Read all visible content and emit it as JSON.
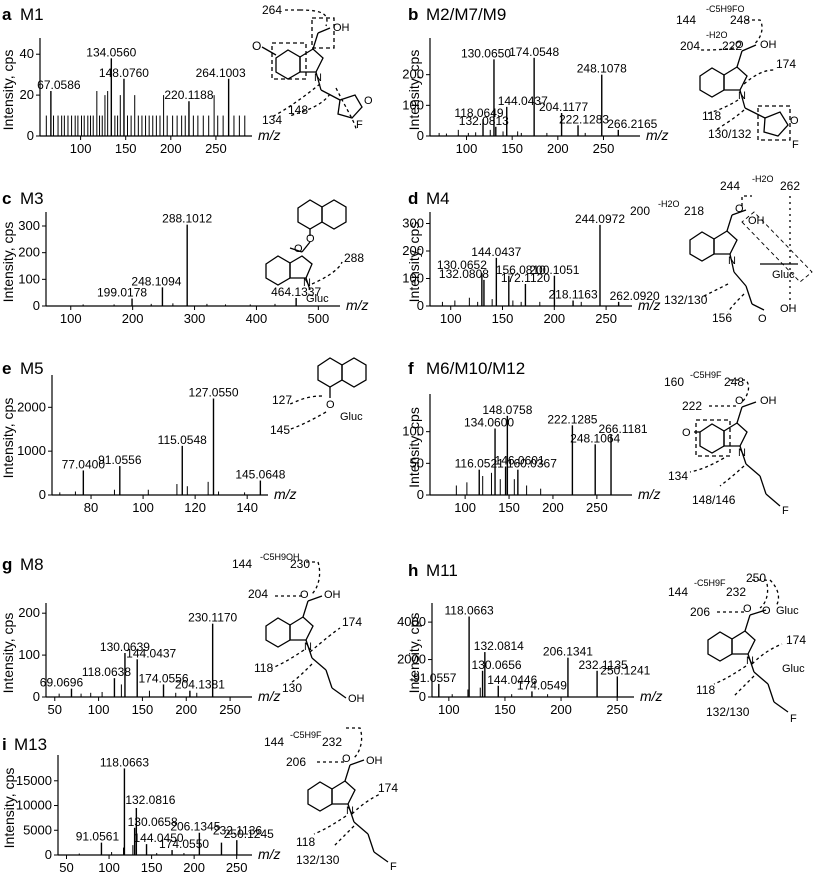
{
  "chart_data": [
    {
      "type": "bar",
      "panel": "a",
      "title": "M1",
      "xlabel": "m/z",
      "ylabel": "Intensity, cps",
      "xlim": [
        55,
        290
      ],
      "ylim": [
        0,
        45
      ],
      "xticks": [
        100,
        150,
        200,
        250
      ],
      "yticks": [
        0,
        20,
        40
      ],
      "peaks": [
        {
          "mz": 67.0586,
          "i": 22,
          "label": "67.0586"
        },
        {
          "mz": 134.056,
          "i": 38,
          "label": "134.0560"
        },
        {
          "mz": 148.076,
          "i": 28,
          "label": "148.0760"
        },
        {
          "mz": 220.1188,
          "i": 17,
          "label": "220.1188"
        },
        {
          "mz": 264.1003,
          "i": 28,
          "label": "264.1003"
        },
        {
          "mz": 62,
          "i": 10
        },
        {
          "mz": 70,
          "i": 10
        },
        {
          "mz": 75,
          "i": 10
        },
        {
          "mz": 79,
          "i": 10
        },
        {
          "mz": 82,
          "i": 10
        },
        {
          "mz": 86,
          "i": 10
        },
        {
          "mz": 90,
          "i": 10
        },
        {
          "mz": 94,
          "i": 10
        },
        {
          "mz": 97,
          "i": 10
        },
        {
          "mz": 101,
          "i": 10
        },
        {
          "mz": 104,
          "i": 10
        },
        {
          "mz": 108,
          "i": 10
        },
        {
          "mz": 111,
          "i": 10
        },
        {
          "mz": 114,
          "i": 10
        },
        {
          "mz": 118,
          "i": 22
        },
        {
          "mz": 121,
          "i": 10
        },
        {
          "mz": 124,
          "i": 10
        },
        {
          "mz": 127,
          "i": 20
        },
        {
          "mz": 130,
          "i": 22
        },
        {
          "mz": 138,
          "i": 10
        },
        {
          "mz": 141,
          "i": 10
        },
        {
          "mz": 144,
          "i": 20
        },
        {
          "mz": 152,
          "i": 10
        },
        {
          "mz": 156,
          "i": 10
        },
        {
          "mz": 160,
          "i": 20
        },
        {
          "mz": 164,
          "i": 10
        },
        {
          "mz": 168,
          "i": 10
        },
        {
          "mz": 172,
          "i": 10
        },
        {
          "mz": 176,
          "i": 10
        },
        {
          "mz": 180,
          "i": 10
        },
        {
          "mz": 184,
          "i": 10
        },
        {
          "mz": 188,
          "i": 10
        },
        {
          "mz": 192,
          "i": 20
        },
        {
          "mz": 196,
          "i": 10
        },
        {
          "mz": 202,
          "i": 10
        },
        {
          "mz": 207,
          "i": 10
        },
        {
          "mz": 212,
          "i": 10
        },
        {
          "mz": 216,
          "i": 10
        },
        {
          "mz": 225,
          "i": 10
        },
        {
          "mz": 230,
          "i": 10
        },
        {
          "mz": 236,
          "i": 10
        },
        {
          "mz": 242,
          "i": 10
        },
        {
          "mz": 248,
          "i": 20
        },
        {
          "mz": 252,
          "i": 10
        },
        {
          "mz": 258,
          "i": 10
        },
        {
          "mz": 270,
          "i": 10
        },
        {
          "mz": 276,
          "i": 10
        },
        {
          "mz": 282,
          "i": 10
        }
      ],
      "structure_labels": [
        "264",
        "O",
        "OH",
        "N",
        "148",
        "134",
        "O",
        "F"
      ]
    },
    {
      "type": "bar",
      "panel": "b",
      "title": "M2/M7/M9",
      "xlabel": "m/z",
      "ylabel": "Intensity, cps",
      "xlim": [
        60,
        290
      ],
      "ylim": [
        0,
        300
      ],
      "xticks": [
        100,
        150,
        200,
        250
      ],
      "yticks": [
        0,
        100,
        200
      ],
      "peaks": [
        {
          "mz": 118.0649,
          "i": 55,
          "label": "118.0649"
        },
        {
          "mz": 130.065,
          "i": 250,
          "label": "130.0650"
        },
        {
          "mz": 132.0813,
          "i": 30,
          "label": "132.0813"
        },
        {
          "mz": 144.0437,
          "i": 95,
          "label": "144.0437"
        },
        {
          "mz": 174.0548,
          "i": 255,
          "label": "174.0548"
        },
        {
          "mz": 204.1177,
          "i": 75,
          "label": "204.1177"
        },
        {
          "mz": 222.1283,
          "i": 35,
          "label": "222.1283"
        },
        {
          "mz": 248.1078,
          "i": 200,
          "label": "248.1078"
        },
        {
          "mz": 266.2165,
          "i": 20,
          "label": "266.2165"
        },
        {
          "mz": 70,
          "i": 10
        },
        {
          "mz": 78,
          "i": 8
        },
        {
          "mz": 91,
          "i": 20
        },
        {
          "mz": 102,
          "i": 10
        },
        {
          "mz": 110,
          "i": 12
        },
        {
          "mz": 126,
          "i": 20
        },
        {
          "mz": 140,
          "i": 15
        },
        {
          "mz": 156,
          "i": 15
        },
        {
          "mz": 160,
          "i": 10
        },
        {
          "mz": 188,
          "i": 10
        },
        {
          "mz": 230,
          "i": 10
        }
      ],
      "structure_labels": [
        "144",
        "-C5H9FO",
        "248",
        "-H2O",
        "204",
        "222",
        "O",
        "OH",
        "N",
        "174",
        "118",
        "130/132",
        "O",
        "F"
      ]
    },
    {
      "type": "bar",
      "panel": "c",
      "title": "M3",
      "xlabel": "m/z",
      "ylabel": "Intensity, cps",
      "xlim": [
        60,
        535
      ],
      "ylim": [
        0,
        330
      ],
      "xticks": [
        100,
        200,
        300,
        400,
        500
      ],
      "yticks": [
        0,
        100,
        200,
        300
      ],
      "peaks": [
        {
          "mz": 199.0178,
          "i": 28,
          "label": "199.0178"
        },
        {
          "mz": 248.1094,
          "i": 70,
          "label": "248.1094"
        },
        {
          "mz": 288.1012,
          "i": 305,
          "label": "288.1012"
        },
        {
          "mz": 464.1337,
          "i": 30,
          "label": "464.1337"
        },
        {
          "mz": 120,
          "i": 6
        },
        {
          "mz": 170,
          "i": 6
        },
        {
          "mz": 230,
          "i": 8
        },
        {
          "mz": 265,
          "i": 10
        },
        {
          "mz": 320,
          "i": 8
        },
        {
          "mz": 350,
          "i": 6
        },
        {
          "mz": 390,
          "i": 6
        },
        {
          "mz": 430,
          "i": 8
        }
      ],
      "structure_labels": [
        "O",
        "O",
        "N",
        "288",
        "Gluc"
      ]
    },
    {
      "type": "bar",
      "panel": "d",
      "title": "M4",
      "xlabel": "m/z",
      "ylabel": "Intensity, cps",
      "xlim": [
        80,
        275
      ],
      "ylim": [
        0,
        320
      ],
      "xticks": [
        100,
        150,
        200,
        250
      ],
      "yticks": [
        0,
        100,
        200,
        300
      ],
      "peaks": [
        {
          "mz": 130.0652,
          "i": 120,
          "label": "130.0652"
        },
        {
          "mz": 132.0808,
          "i": 95,
          "label": "132.0808"
        },
        {
          "mz": 144.0437,
          "i": 175,
          "label": "144.0437"
        },
        {
          "mz": 156.081,
          "i": 110,
          "label": "156.0810"
        },
        {
          "mz": 172.112,
          "i": 80,
          "label": "172.1120"
        },
        {
          "mz": 200.1051,
          "i": 110,
          "label": "200.1051"
        },
        {
          "mz": 218.1163,
          "i": 20,
          "label": "218.1163"
        },
        {
          "mz": 244.0972,
          "i": 295,
          "label": "244.0972"
        },
        {
          "mz": 262.092,
          "i": 15,
          "label": "262.0920"
        },
        {
          "mz": 92,
          "i": 15
        },
        {
          "mz": 104,
          "i": 20
        },
        {
          "mz": 118,
          "i": 30
        },
        {
          "mz": 126,
          "i": 15
        },
        {
          "mz": 140,
          "i": 25
        },
        {
          "mz": 160,
          "i": 20
        },
        {
          "mz": 168,
          "i": 15
        },
        {
          "mz": 186,
          "i": 15
        },
        {
          "mz": 226,
          "i": 15
        }
      ],
      "structure_labels": [
        "244",
        "-H2O",
        "262",
        "200",
        "-H2O",
        "218",
        "O",
        "OH",
        "N",
        "Gluc",
        "132/130",
        "156",
        "O",
        "OH"
      ]
    },
    {
      "type": "bar",
      "panel": "e",
      "title": "M5",
      "xlabel": "m/z",
      "ylabel": "Intensity, cps",
      "xlim": [
        65,
        148
      ],
      "ylim": [
        0,
        2600
      ],
      "xticks": [
        80,
        100,
        120,
        140
      ],
      "yticks": [
        0,
        1000,
        2000
      ],
      "peaks": [
        {
          "mz": 77.04,
          "i": 560,
          "label": "77.0400"
        },
        {
          "mz": 91.0556,
          "i": 660,
          "label": "91.0556"
        },
        {
          "mz": 115.0548,
          "i": 1120,
          "label": "115.0548"
        },
        {
          "mz": 127.055,
          "i": 2200,
          "label": "127.0550"
        },
        {
          "mz": 145.0648,
          "i": 330,
          "label": "145.0648"
        },
        {
          "mz": 68,
          "i": 60
        },
        {
          "mz": 74,
          "i": 80
        },
        {
          "mz": 89,
          "i": 120
        },
        {
          "mz": 102,
          "i": 120
        },
        {
          "mz": 113,
          "i": 250
        },
        {
          "mz": 117,
          "i": 200
        },
        {
          "mz": 125,
          "i": 300
        },
        {
          "mz": 129,
          "i": 80
        },
        {
          "mz": 139,
          "i": 60
        }
      ],
      "structure_labels": [
        "127",
        "O",
        "Gluc",
        "145"
      ]
    },
    {
      "type": "bar",
      "panel": "f",
      "title": "M6/M10/M12",
      "xlabel": "m/z",
      "ylabel": "Intensity, cps",
      "xlim": [
        60,
        290
      ],
      "ylim": [
        0,
        150
      ],
      "xticks": [
        100,
        150,
        200,
        250
      ],
      "yticks": [
        0,
        50,
        100
      ],
      "peaks": [
        {
          "mz": 116.0521,
          "i": 40,
          "label": "116.0521"
        },
        {
          "mz": 134.06,
          "i": 105,
          "label": "134.0600"
        },
        {
          "mz": 146.0601,
          "i": 45,
          "label": "146.0601"
        },
        {
          "mz": 148.0758,
          "i": 125,
          "label": "148.0758"
        },
        {
          "mz": 160.0367,
          "i": 40,
          "label": "160.0367"
        },
        {
          "mz": 222.1285,
          "i": 110,
          "label": "222.1285"
        },
        {
          "mz": 248.1064,
          "i": 80,
          "label": "248.1064"
        },
        {
          "mz": 266.1181,
          "i": 95,
          "label": "266.1181"
        },
        {
          "mz": 90,
          "i": 15
        },
        {
          "mz": 102,
          "i": 20
        },
        {
          "mz": 120,
          "i": 30
        },
        {
          "mz": 130,
          "i": 35
        },
        {
          "mz": 140,
          "i": 25
        },
        {
          "mz": 156,
          "i": 25
        },
        {
          "mz": 170,
          "i": 15
        },
        {
          "mz": 186,
          "i": 10
        }
      ],
      "structure_labels": [
        "160",
        "-C5H9F",
        "248",
        "222",
        "O",
        "OH",
        "O",
        "N",
        "134",
        "148/146",
        "F"
      ]
    },
    {
      "type": "bar",
      "panel": "g",
      "title": "M8",
      "xlabel": "m/z",
      "ylabel": "Intensity, cps",
      "xlim": [
        40,
        275
      ],
      "ylim": [
        0,
        210
      ],
      "xticks": [
        50,
        100,
        150,
        200,
        250
      ],
      "yticks": [
        0,
        100,
        200
      ],
      "peaks": [
        {
          "mz": 69.0696,
          "i": 20,
          "label": "69.0696"
        },
        {
          "mz": 118.0638,
          "i": 45,
          "label": "118.0638"
        },
        {
          "mz": 130.0639,
          "i": 105,
          "label": "130.0639"
        },
        {
          "mz": 144.0437,
          "i": 90,
          "label": "144.0437"
        },
        {
          "mz": 174.0556,
          "i": 30,
          "label": "174.0556"
        },
        {
          "mz": 204.1381,
          "i": 15,
          "label": "204.1381"
        },
        {
          "mz": 230.117,
          "i": 175,
          "label": "230.1170"
        },
        {
          "mz": 55,
          "i": 8
        },
        {
          "mz": 80,
          "i": 8
        },
        {
          "mz": 91,
          "i": 10
        },
        {
          "mz": 104,
          "i": 12
        },
        {
          "mz": 126,
          "i": 30
        },
        {
          "mz": 158,
          "i": 15
        },
        {
          "mz": 188,
          "i": 10
        },
        {
          "mz": 212,
          "i": 10
        }
      ],
      "structure_labels": [
        "144",
        "-C5H9OH",
        "230",
        "204",
        "O",
        "OH",
        "N",
        "174",
        "118",
        "130",
        "OH"
      ]
    },
    {
      "type": "bar",
      "panel": "h",
      "title": "M11",
      "xlabel": "m/z",
      "ylabel": "Intensity, cps",
      "xlim": [
        85,
        265
      ],
      "ylim": [
        0,
        4700
      ],
      "xticks": [
        100,
        150,
        200,
        250
      ],
      "yticks": [
        0,
        2000,
        4000
      ],
      "peaks": [
        {
          "mz": 91.0557,
          "i": 700,
          "label": "91.0557"
        },
        {
          "mz": 118.0663,
          "i": 4300,
          "label": "118.0663"
        },
        {
          "mz": 130.0656,
          "i": 1400,
          "label": "130.0656"
        },
        {
          "mz": 132.0814,
          "i": 2400,
          "label": "132.0814"
        },
        {
          "mz": 144.0446,
          "i": 600,
          "label": "144.0446"
        },
        {
          "mz": 174.0549,
          "i": 300,
          "label": "174.0549"
        },
        {
          "mz": 206.1341,
          "i": 2100,
          "label": "206.1341"
        },
        {
          "mz": 232.1135,
          "i": 1400,
          "label": "232.1135"
        },
        {
          "mz": 250.1241,
          "i": 1100,
          "label": "250.1241"
        },
        {
          "mz": 103,
          "i": 150
        },
        {
          "mz": 117,
          "i": 400
        },
        {
          "mz": 128,
          "i": 500
        },
        {
          "mz": 156,
          "i": 150
        },
        {
          "mz": 188,
          "i": 150
        }
      ],
      "structure_labels": [
        "250",
        "144",
        "-C5H9F",
        "232",
        "206",
        "O",
        "O",
        "Gluc",
        "N",
        "174",
        "Gluc",
        "118",
        "132/130",
        "F"
      ]
    },
    {
      "type": "bar",
      "panel": "i",
      "title": "M13",
      "xlabel": "m/z",
      "ylabel": "Intensity, cps",
      "xlim": [
        40,
        268
      ],
      "ylim": [
        0,
        19000
      ],
      "xticks": [
        50,
        100,
        150,
        200,
        250
      ],
      "yticks": [
        0,
        5000,
        10000,
        15000
      ],
      "peaks": [
        {
          "mz": 91.0561,
          "i": 2500,
          "label": "91.0561"
        },
        {
          "mz": 118.0663,
          "i": 17500,
          "label": "118.0663"
        },
        {
          "mz": 130.0658,
          "i": 5500,
          "label": "130.0658"
        },
        {
          "mz": 132.0816,
          "i": 9500,
          "label": "132.0816"
        },
        {
          "mz": 144.045,
          "i": 2200,
          "label": "144.0450"
        },
        {
          "mz": 174.055,
          "i": 1000,
          "label": "174.0550"
        },
        {
          "mz": 206.1345,
          "i": 4500,
          "label": "206.1345"
        },
        {
          "mz": 232.1136,
          "i": 2500,
          "label": "232.1136"
        },
        {
          "mz": 250.1245,
          "i": 3000,
          "label": "250.1245"
        },
        {
          "mz": 65,
          "i": 300
        },
        {
          "mz": 103,
          "i": 600
        },
        {
          "mz": 117,
          "i": 1500
        },
        {
          "mz": 128,
          "i": 2000
        },
        {
          "mz": 156,
          "i": 400
        },
        {
          "mz": 188,
          "i": 400
        }
      ],
      "structure_labels": [
        "144",
        "-C5H9F",
        "232",
        "206",
        "O",
        "OH",
        "N",
        "174",
        "118",
        "132/130",
        "F"
      ]
    }
  ]
}
